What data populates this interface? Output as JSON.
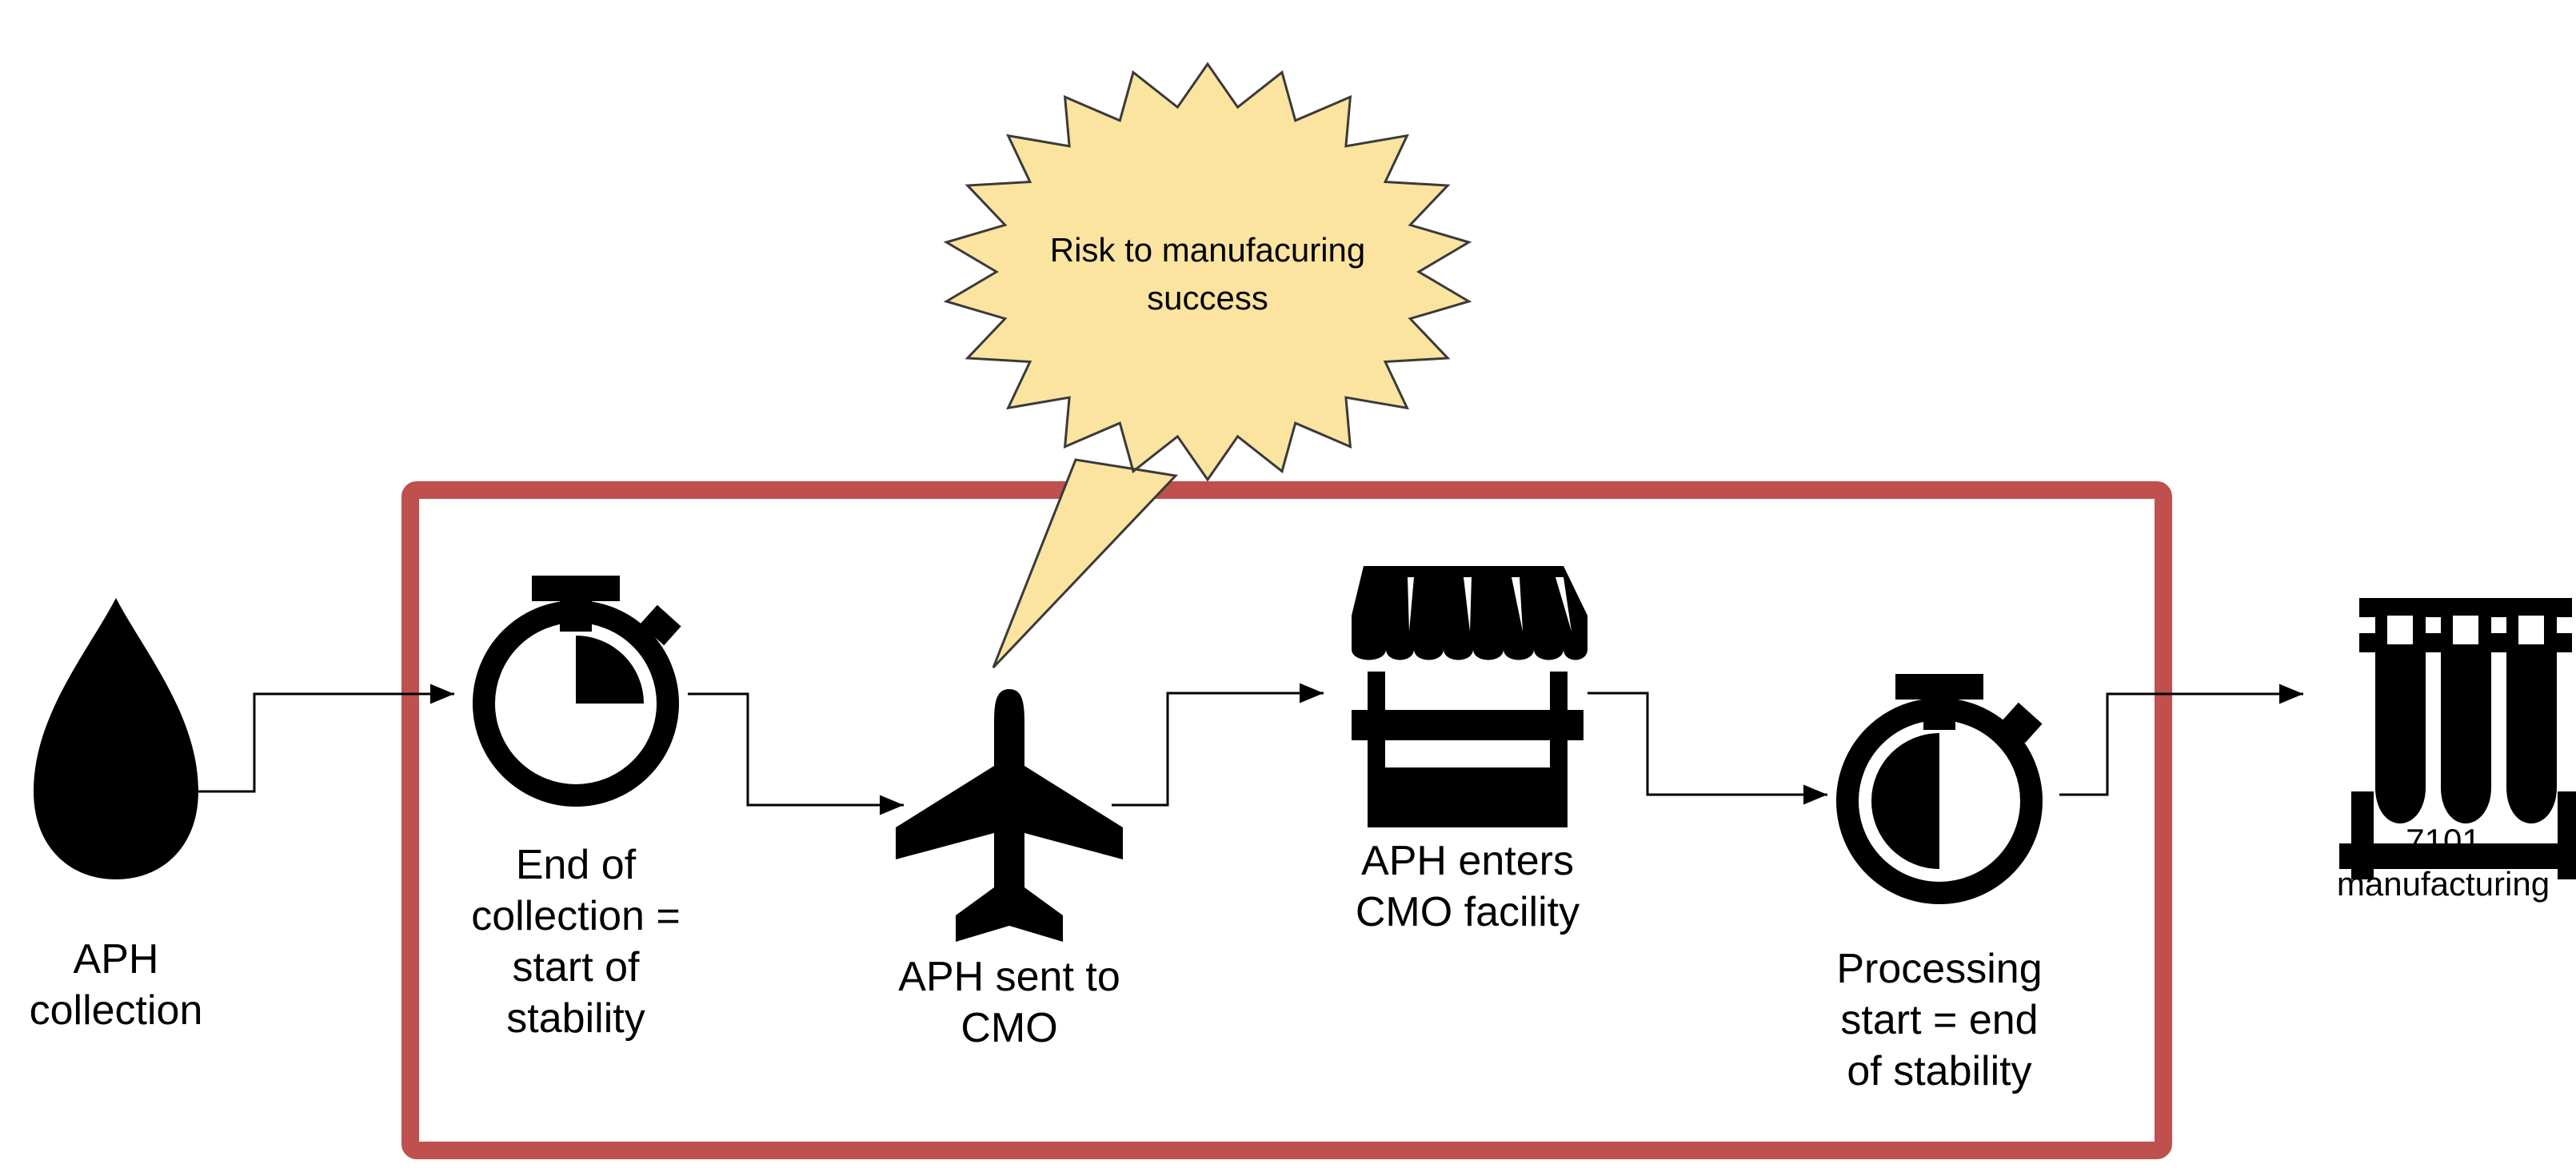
{
  "colors": {
    "frame": "#c0504d",
    "callout_fill": "#fbe4a0",
    "callout_stroke": "#3a3a3a",
    "icon": "#000000",
    "arrow": "#000000"
  },
  "icons": {
    "drop": "drop-icon",
    "stopwatch_start": "stopwatch-icon",
    "plane": "airplane-icon",
    "facility": "storefront-icon",
    "stopwatch_end": "stopwatch-icon",
    "test_tubes": "test-tubes-icon"
  },
  "callout": {
    "line1": "Risk to manufacuring",
    "line2": "success"
  },
  "steps": {
    "collection": {
      "line1": "APH",
      "line2": "collection"
    },
    "end_collection": {
      "line1": "End of",
      "line2": "collection =",
      "line3": "start of",
      "line4": "stability"
    },
    "sent": {
      "line1": "APH sent to",
      "line2": "CMO"
    },
    "enters": {
      "line1": "APH enters",
      "line2": "CMO facility"
    },
    "processing": {
      "line1": "Processing",
      "line2": "start = end",
      "line3": "of stability"
    },
    "manufacturing": {
      "line1": "7101",
      "line2": "manufacturing"
    }
  }
}
